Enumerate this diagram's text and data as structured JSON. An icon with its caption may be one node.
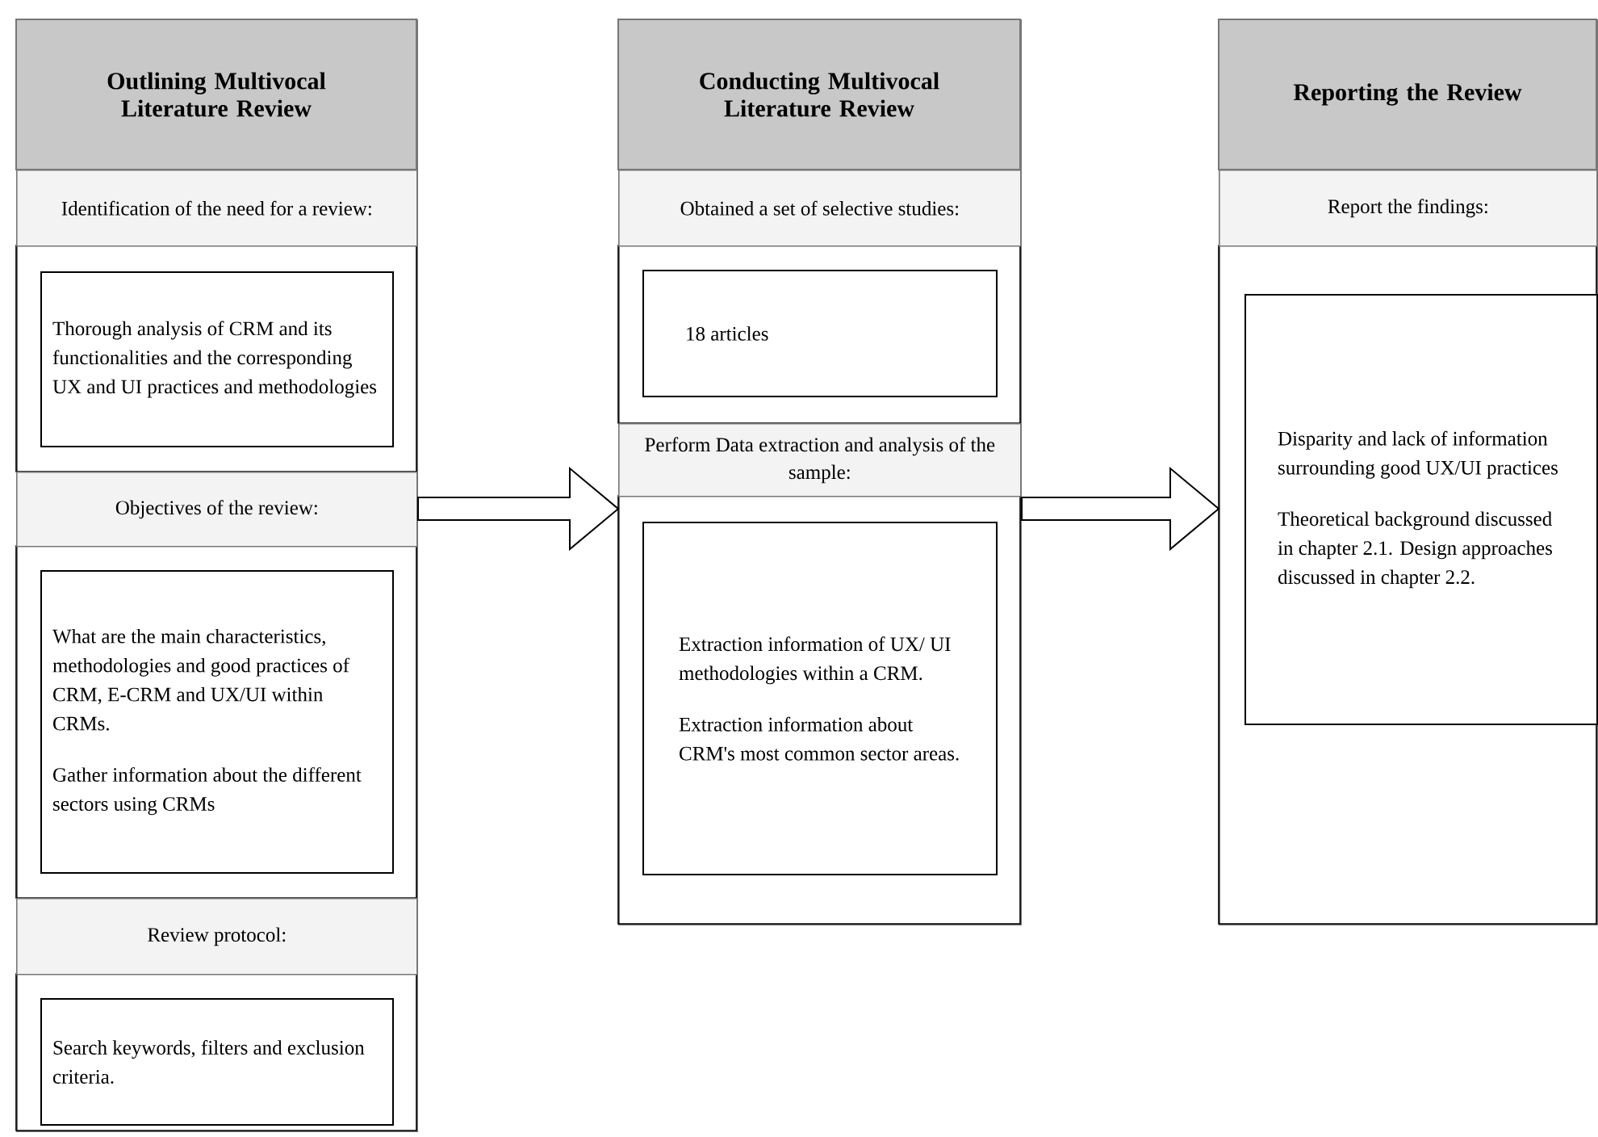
{
  "diagram": {
    "nodes": [
      {
        "text": [
          "Outlining Multivocal Literature Review"
        ]
      },
      {
        "text": [
          "Identification of the need for a review:"
        ],
        "in": 0
      },
      {
        "text": [
          "Thorough analysis of CRM and its functionalities and the corresponding UX and UI practices and methodologies"
        ],
        "in": 0
      },
      {
        "text": [
          "Objectives of the review:"
        ],
        "in": 0
      },
      {
        "text": [
          "What are the main characteristics, methodologies and good practices of CRM, E-CRM and UX/UI within CRMs.",
          "Gather information about the different sectors using CRMs"
        ],
        "in": 0
      },
      {
        "text": [
          "Review protocol:"
        ],
        "in": 0
      },
      {
        "text": [
          "Search keywords, filters and exclusion criteria."
        ],
        "in": 0
      },
      {
        "text": [
          "Conducting Multivocal Literature Review"
        ]
      },
      {
        "text": [
          "Obtained a set of selective studies:"
        ],
        "in": 7
      },
      {
        "text": [
          "18 articles"
        ],
        "in": 7
      },
      {
        "text": [
          "Perform Data extraction and analysis of the sample:"
        ],
        "in": 7
      },
      {
        "text": [
          "Extraction information of UX/ UI methodologies within a CRM.",
          "Extraction information about CRM's most common sector areas."
        ],
        "in": 7
      },
      {
        "text": [
          "Reporting the Review"
        ]
      },
      {
        "text": [
          "Report the findings:"
        ],
        "in": 12
      },
      {
        "text": [
          "Disparity and lack of information surrounding good UX/UI practices",
          "Theoretical background discussed in chapter 2.1. Design approaches discussed in chapter 2.2."
        ],
        "in": 12
      }
    ],
    "edges": [
      {
        "from": 0,
        "to": 7,
        "arrow": "to"
      },
      {
        "from": 7,
        "to": 12,
        "arrow": "to"
      }
    ]
  }
}
